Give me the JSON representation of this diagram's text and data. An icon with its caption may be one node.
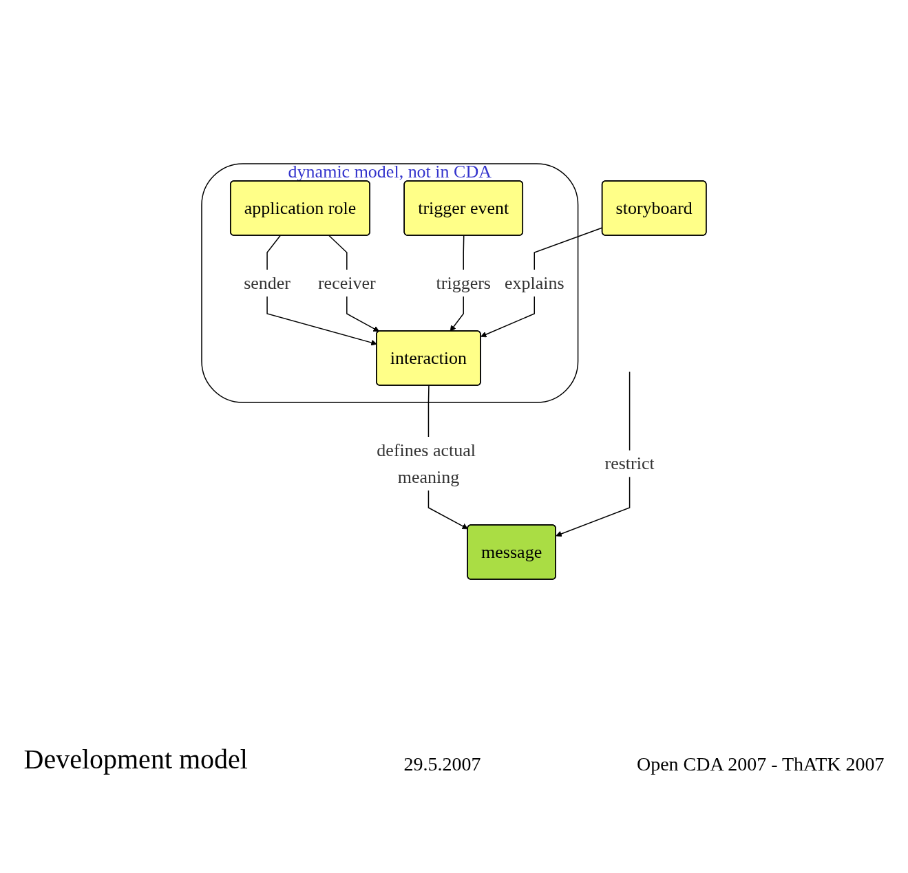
{
  "diagram": {
    "nodes": [
      {
        "text": [
          "dynamic model, not in CDA"
        ]
      },
      {
        "text": [
          "application role"
        ],
        "in": 0
      },
      {
        "text": [
          "trigger event"
        ],
        "in": 0
      },
      {
        "text": [
          "interaction"
        ],
        "in": 0
      },
      {
        "text": [
          "storyboard"
        ]
      },
      {
        "text": [
          "message"
        ]
      }
    ],
    "edges": [
      {
        "from": 1,
        "to": 3,
        "arrow": "to",
        "label": "sender"
      },
      {
        "from": 1,
        "to": 3,
        "arrow": "to",
        "label": "receiver"
      },
      {
        "from": 2,
        "to": 3,
        "arrow": "to",
        "label": "triggers"
      },
      {
        "from": 4,
        "to": 3,
        "arrow": "to",
        "label": "explains"
      },
      {
        "from": 3,
        "to": 5,
        "arrow": "to",
        "label": "defines actual meaning"
      },
      {
        "from": null,
        "to": 5,
        "arrow": "to",
        "label": "restrict"
      }
    ],
    "labels": [
      "Development model",
      "29.5.2007",
      "Open CDA 2007 - ThATK 2007"
    ]
  }
}
